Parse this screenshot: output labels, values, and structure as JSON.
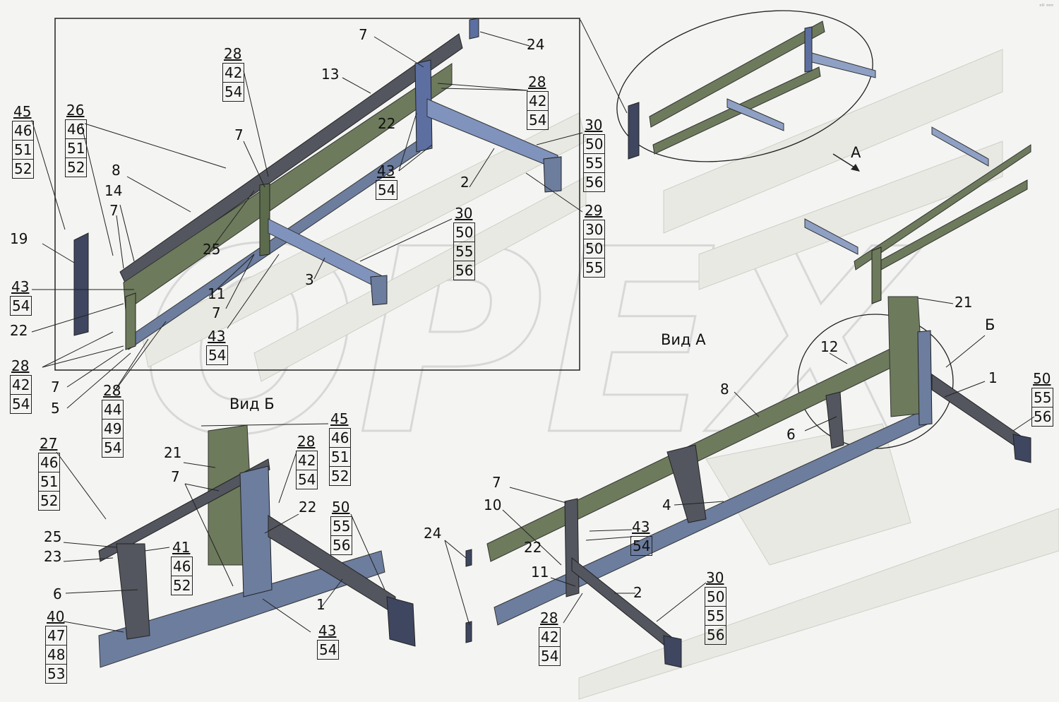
{
  "watermark": "OPEX",
  "corner_mark": "ᵒᴰ ᵒᵒᵒ",
  "views": {
    "view_a": "Вид А",
    "view_b": "Вид Б",
    "arrow_a": "А",
    "callout_b": "Б"
  },
  "colors": {
    "green_beam": "#6d7a5c",
    "blue_beam": "#6c7d9e",
    "dark_panel": "#3e4660",
    "frame_line": "#b9b9b9",
    "ghost_frame": "#e7e7e2"
  },
  "labels": {
    "l7a": "7",
    "l24a": "24",
    "l13": "13",
    "l28a": "28",
    "l42a": "42",
    "l54a": "54",
    "l28b": "28",
    "l42b": "42",
    "l54b": "54",
    "l7b": "7",
    "l22a": "22",
    "l43a": "43",
    "l54c": "54",
    "l26": "26",
    "l46a": "46",
    "l51a": "51",
    "l52a": "52",
    "l8a": "8",
    "l14": "14",
    "l7c": "7",
    "l45a": "45",
    "l46b": "46",
    "l51b": "51",
    "l52b": "52",
    "l19": "19",
    "l25a": "25",
    "l11a": "11",
    "l7d": "7",
    "l43b": "43",
    "l54d": "54",
    "l22b": "22",
    "l3": "3",
    "l2a": "2",
    "l30a": "30",
    "l50a": "50",
    "l55a": "55",
    "l56a": "56",
    "l30b": "30",
    "l50b": "50",
    "l55b": "55",
    "l56b": "56",
    "l29": "29",
    "l30c": "30",
    "l50c": "50",
    "l55c": "55",
    "l43c": "43",
    "l54e": "54",
    "l28c": "28",
    "l42c": "42",
    "l54f": "54",
    "l7e": "7",
    "l5": "5",
    "l28d": "28",
    "l44": "44",
    "l49": "49",
    "l54g": "54",
    "l45b": "45",
    "l46c": "46",
    "l51c": "51",
    "l52c": "52",
    "l27": "27",
    "l46d": "46",
    "l51d": "51",
    "l52d": "52",
    "l21a": "21",
    "l7f": "7",
    "l28e": "28",
    "l42d": "42",
    "l54h": "54",
    "l25b": "25",
    "l23": "23",
    "l41": "41",
    "l46e": "46",
    "l52e": "52",
    "l22c": "22",
    "l50d": "50",
    "l55d": "55",
    "l56d": "56",
    "l6a": "6",
    "l1a": "1",
    "l40": "40",
    "l47": "47",
    "l48": "48",
    "l53": "53",
    "l43d": "43",
    "l54i": "54",
    "l24b": "24",
    "l7g": "7",
    "l10": "10",
    "l22d": "22",
    "l43e": "43",
    "l54j": "54",
    "l11b": "11",
    "l2b": "2",
    "l28f": "28",
    "l42e": "42",
    "l54k": "54",
    "l30d": "30",
    "l50e": "50",
    "l55e": "55",
    "l56e": "56",
    "l8b": "8",
    "l4": "4",
    "l6b": "6",
    "l12": "12",
    "l21b": "21",
    "l1b": "1",
    "l50f": "50",
    "l55f": "55",
    "l56f": "56"
  }
}
